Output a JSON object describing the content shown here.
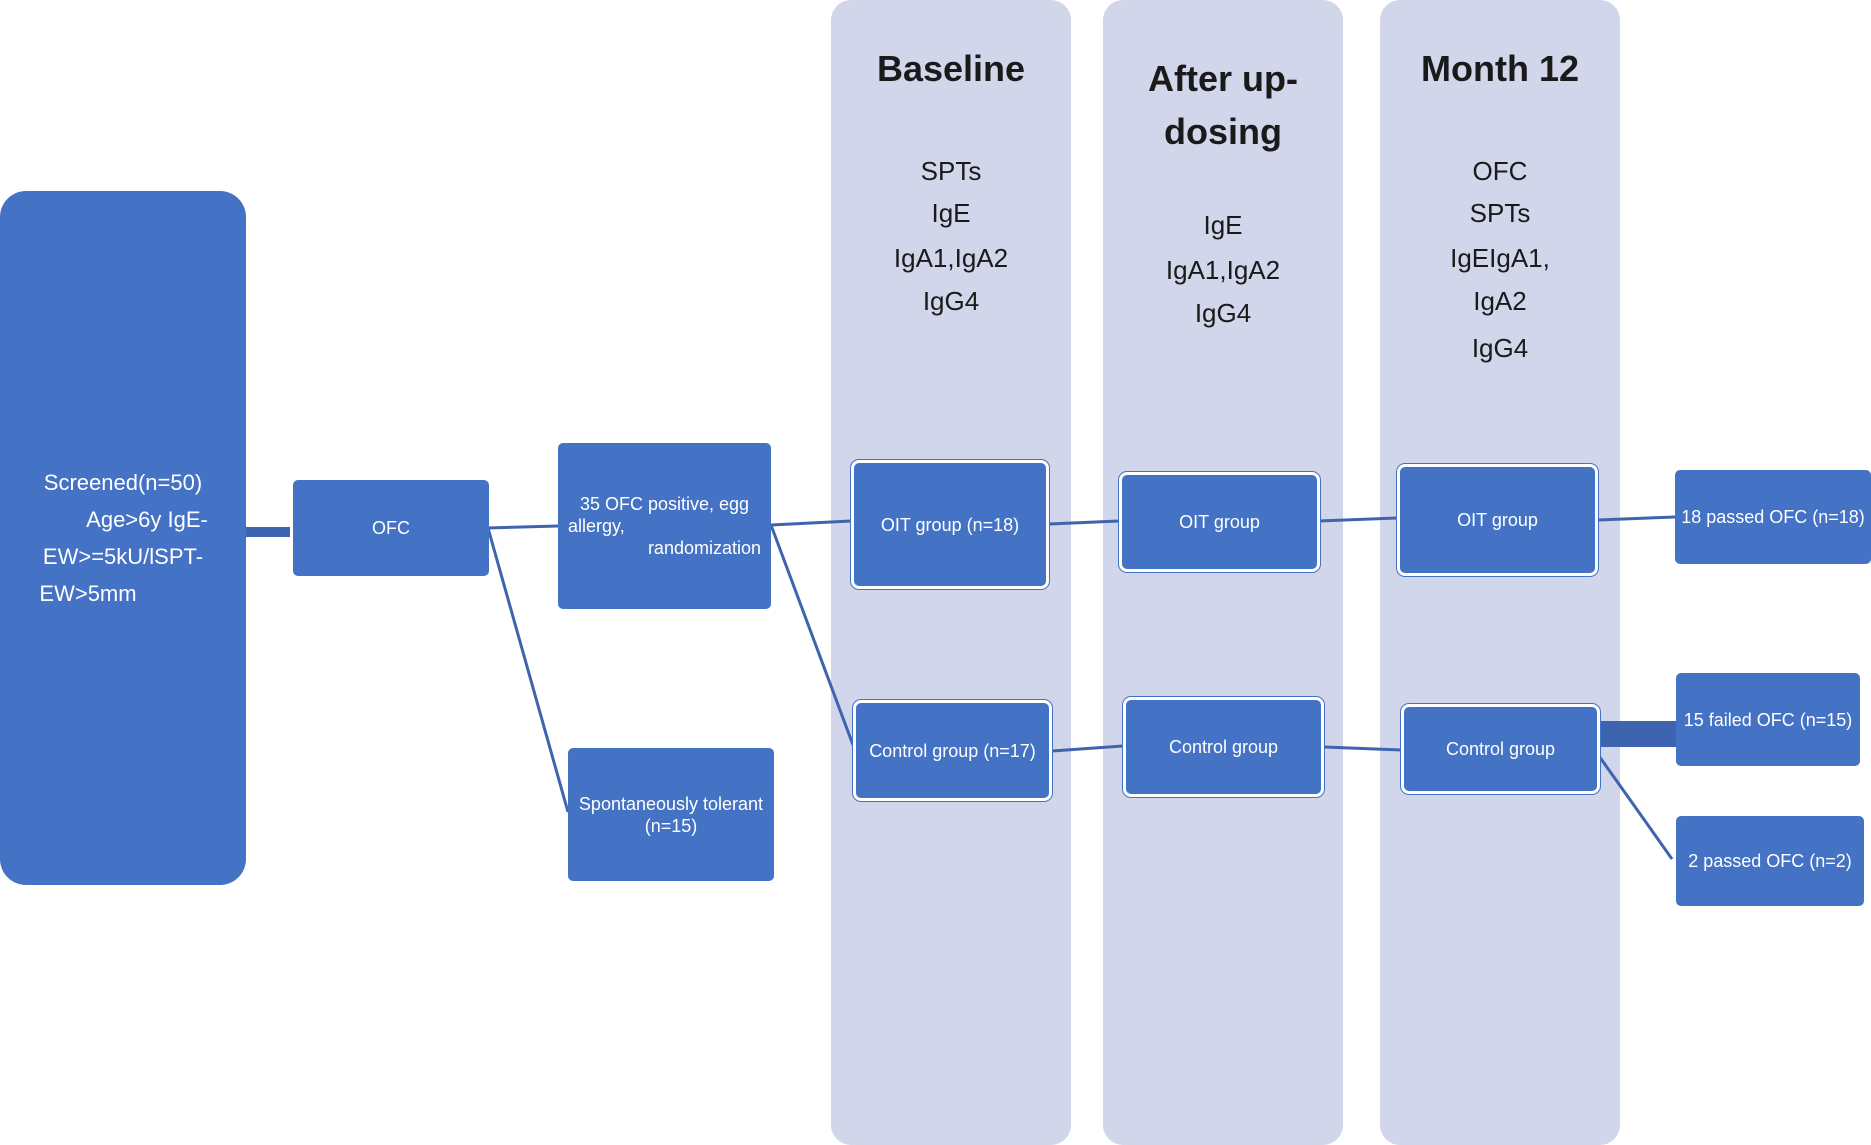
{
  "columns": [
    {
      "title_lines": [
        "Baseline"
      ],
      "items": [
        "SPTs",
        "IgE",
        "IgA1,IgA2",
        "IgG4"
      ]
    },
    {
      "title_lines": [
        "After up-",
        "dosing"
      ],
      "items": [
        "IgE",
        "IgA1,IgA2",
        "IgG4"
      ]
    },
    {
      "title_lines": [
        "Month 12"
      ],
      "items": [
        "OFC",
        "SPTs",
        "IgEIgA1,",
        "IgA2",
        "IgG4"
      ]
    }
  ],
  "screened": {
    "lines": [
      "Screened(n=50)",
      "Age>6y IgE-",
      "EW>=5kU/lSPT-",
      "EW>5mm"
    ]
  },
  "ofc": {
    "label": "OFC"
  },
  "positive": {
    "lines": [
      "35 OFC positive, egg",
      "allergy,",
      "randomization"
    ]
  },
  "tolerant": {
    "lines": [
      "Spontaneously tolerant",
      "(n=15)"
    ]
  },
  "baseline_groups": {
    "oit": "OIT group (n=18)",
    "control": "Control group (n=17)"
  },
  "updosing_groups": {
    "oit": "OIT group",
    "control": "Control group"
  },
  "month12_groups": {
    "oit": "OIT group",
    "control": "Control group"
  },
  "outcomes": {
    "oit_passed": "18 passed OFC (n=18)",
    "control_failed": "15 failed OFC (n=15)",
    "control_passed": "2 passed OFC (n=2)"
  },
  "colors": {
    "box": "#4472c4",
    "column_bg": "#d1d6ea",
    "line": "#3e64b0",
    "text_dark": "#1a1a1a"
  }
}
